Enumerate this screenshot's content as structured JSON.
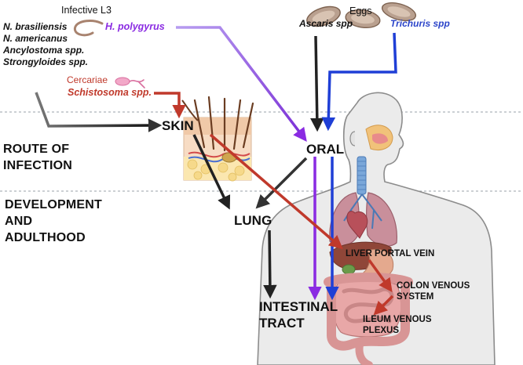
{
  "top_labels": {
    "infective_l3": "Infective L3",
    "eggs": "Eggs",
    "cercariae": "Cercariae"
  },
  "species": {
    "hookworm_group": [
      "N. brasiliensis",
      "N. americanus",
      "Ancylostoma spp.",
      "Strongyloides spp."
    ],
    "h_polygyrus": "H. polygyrus",
    "schistosoma": "Schistosoma spp.",
    "ascaris": "Ascaris spp",
    "trichuris": "Trichuris spp"
  },
  "sections": {
    "route": [
      "ROUTE OF",
      "INFECTION"
    ],
    "development": [
      "DEVELOPMENT",
      "AND",
      "ADULTHOOD"
    ]
  },
  "nodes": {
    "skin": "SKIN",
    "oral": "ORAL",
    "lung": "LUNG",
    "intestinal": [
      "INTESTINAL",
      "TRACT"
    ],
    "liver": "LIVER PORTAL VEIN",
    "colon": [
      "COLON VENOUS",
      "SYSTEM"
    ],
    "ileum": [
      "ILEUM VENOUS",
      "PLEXUS"
    ]
  },
  "colors": {
    "hookworm": "#2b2b2b",
    "polygyrus": "#8a2be2",
    "schistosoma": "#c0392b",
    "ascaris": "#222222",
    "trichuris": "#1f3fd6",
    "trichuris_text": "#2b44c9",
    "polygyrus_text": "#8a2be2",
    "schistosoma_text": "#c0392b",
    "divider": "#9aa0a8"
  },
  "icons": [
    "worm-icon",
    "larva-icon",
    "egg-icon",
    "skin-section-icon",
    "human-anatomy-icon"
  ]
}
